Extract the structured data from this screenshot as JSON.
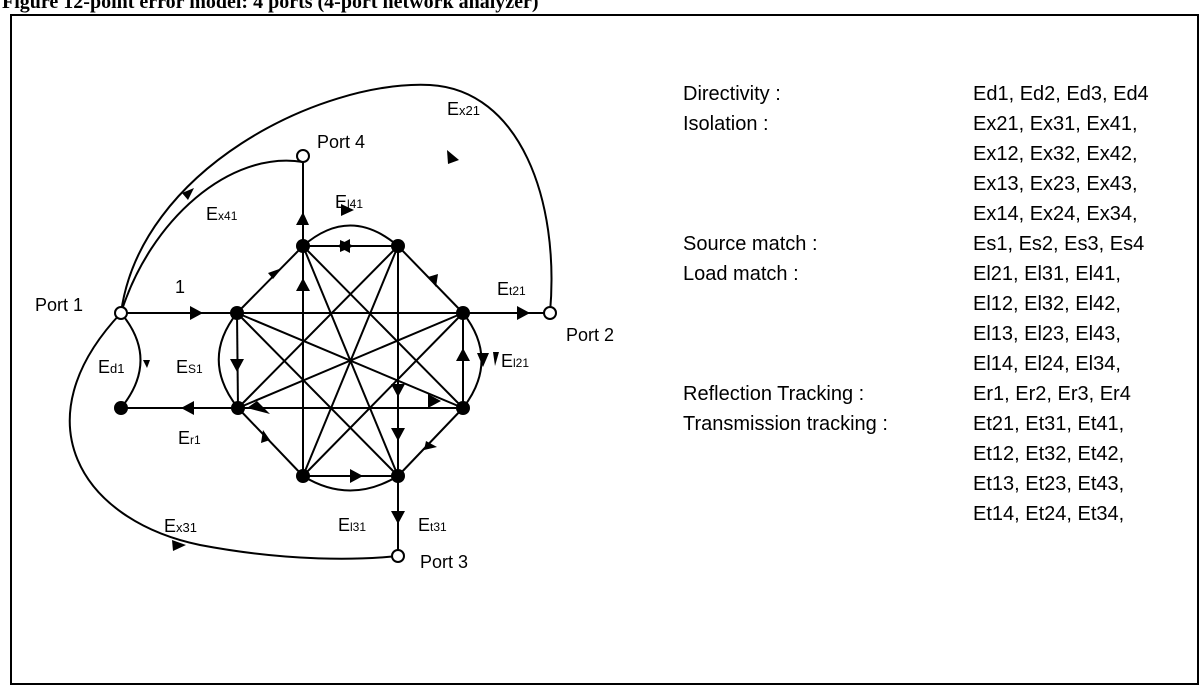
{
  "caption": "Figure 12-point error model: 4 ports (4-port network analyzer)",
  "ports": {
    "p1": "Port 1",
    "p2": "Port 2",
    "p3": "Port 3",
    "p4": "Port 4"
  },
  "edge_labels": {
    "ex21": {
      "main": "E",
      "sub": "x21"
    },
    "ex41": {
      "main": "E",
      "sub": "x41"
    },
    "ex31": {
      "main": "E",
      "sub": "x31"
    },
    "el41": {
      "main": "E",
      "sub": "l41"
    },
    "el21": {
      "main": "E",
      "sub": "l21"
    },
    "el31": {
      "main": "E",
      "sub": "l31"
    },
    "et21": {
      "main": "E",
      "sub": "t21"
    },
    "et31": {
      "main": "E",
      "sub": "t31"
    },
    "ed1": {
      "main": "E",
      "sub": "d1"
    },
    "es1": {
      "main": "E",
      "sub": "S1"
    },
    "er1": {
      "main": "E",
      "sub": "r1"
    },
    "one": "1"
  },
  "terms": [
    {
      "name": "Directivity :",
      "values": [
        "Ed1, Ed2, Ed3, Ed4"
      ]
    },
    {
      "name": "Isolation :",
      "values": [
        "Ex21, Ex31, Ex41,",
        "Ex12, Ex32, Ex42,",
        "Ex13, Ex23, Ex43,",
        "Ex14, Ex24, Ex34,"
      ]
    },
    {
      "name": "Source match :",
      "values": [
        "Es1, Es2, Es3, Es4"
      ]
    },
    {
      "name": "Load match :",
      "values": [
        "El21, El31, El41,",
        "El12, El32, El42,",
        "El13, El23, El43,",
        "El14, El24, El34,"
      ]
    },
    {
      "name": "Reflection Tracking :",
      "values": [
        "Er1, Er2, Er3, Er4"
      ]
    },
    {
      "name": "Transmission tracking :",
      "values": [
        "Et21, Et31, Et41,",
        "Et12, Et32, Et42,",
        "Et13, Et23, Et43,",
        "Et14, Et24, Et34,"
      ]
    }
  ]
}
